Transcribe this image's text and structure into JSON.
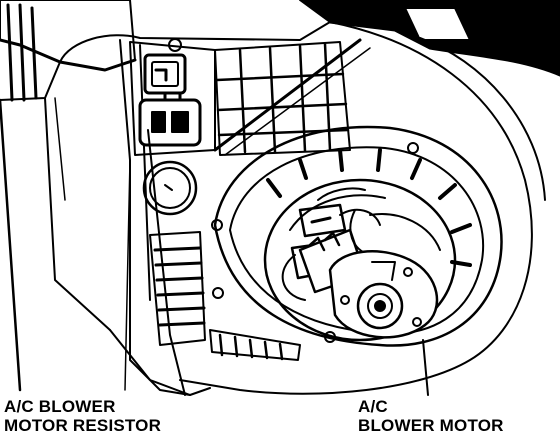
{
  "labels": {
    "resistor_line1": "A/C BLOWER",
    "resistor_line2": "MOTOR RESISTOR",
    "motor_line1": "A/C",
    "motor_line2": "BLOWER MOTOR"
  },
  "colors": {
    "ink": "#000000",
    "paper": "#ffffff"
  }
}
